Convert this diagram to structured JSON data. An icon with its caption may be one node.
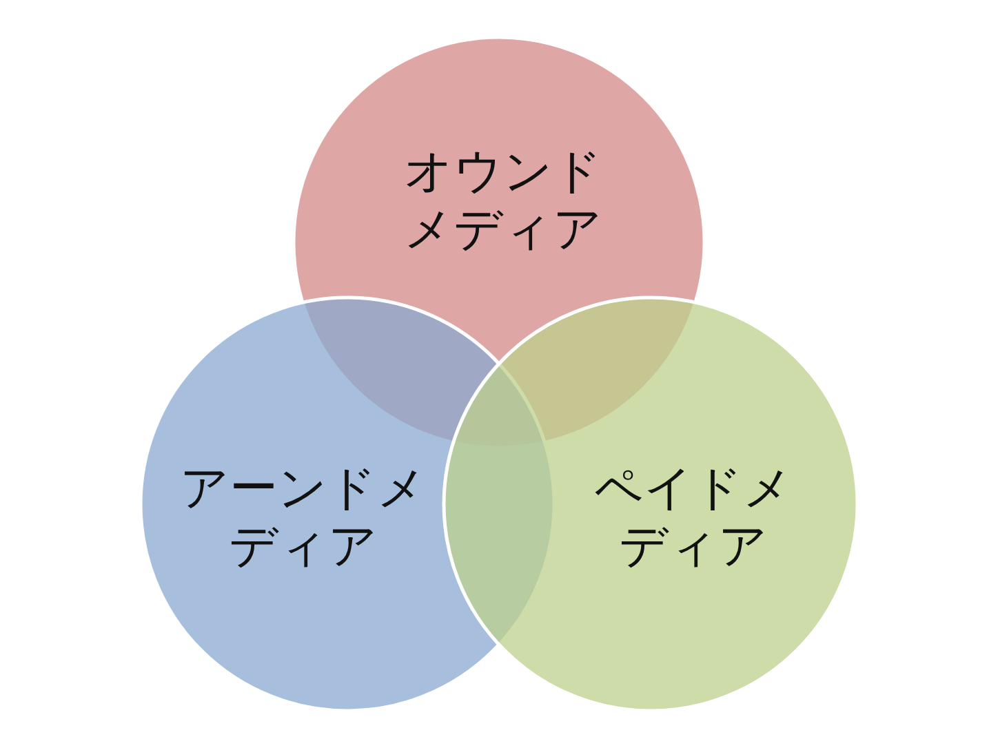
{
  "diagram": {
    "nodes": [
      {
        "text": [
          "オウンドメディア"
        ]
      },
      {
        "text": [
          "アーンドメディア"
        ]
      },
      {
        "text": [
          "ペイドメディア"
        ]
      }
    ]
  }
}
